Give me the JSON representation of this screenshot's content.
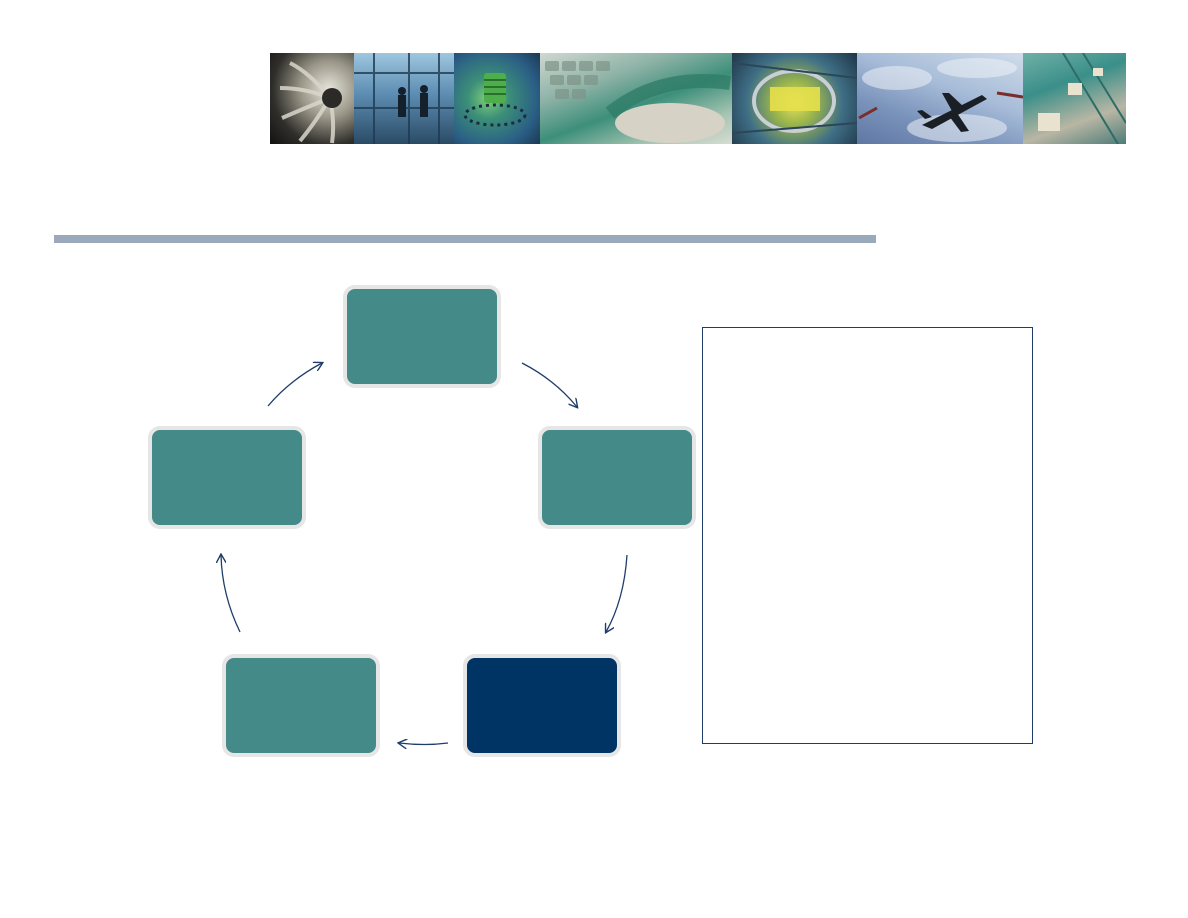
{
  "banner": {
    "panels": [
      {
        "icon": "turbine-engine-icon"
      },
      {
        "icon": "workers-on-scaffold-icon"
      },
      {
        "icon": "circuit-component-icon"
      },
      {
        "icon": "keyboard-icon"
      },
      {
        "icon": "factory-interior-icon"
      },
      {
        "icon": "airplane-icon"
      },
      {
        "icon": "conveyor-boxes-icon"
      }
    ]
  },
  "colors": {
    "divider": "#9aaabb",
    "box_teal": "#448a88",
    "box_navy": "#003464",
    "box_border": "#e6e6e6",
    "arrow": "#1f3d6b"
  },
  "cycle": {
    "boxes": [
      {
        "position": "top",
        "label": "",
        "color": "teal"
      },
      {
        "position": "right",
        "label": "",
        "color": "teal"
      },
      {
        "position": "bottom-right",
        "label": "",
        "color": "navy"
      },
      {
        "position": "bottom-left",
        "label": "",
        "color": "teal"
      },
      {
        "position": "left",
        "label": "",
        "color": "teal"
      }
    ],
    "arrow_direction": "clockwise"
  },
  "side_box": {
    "text": ""
  }
}
